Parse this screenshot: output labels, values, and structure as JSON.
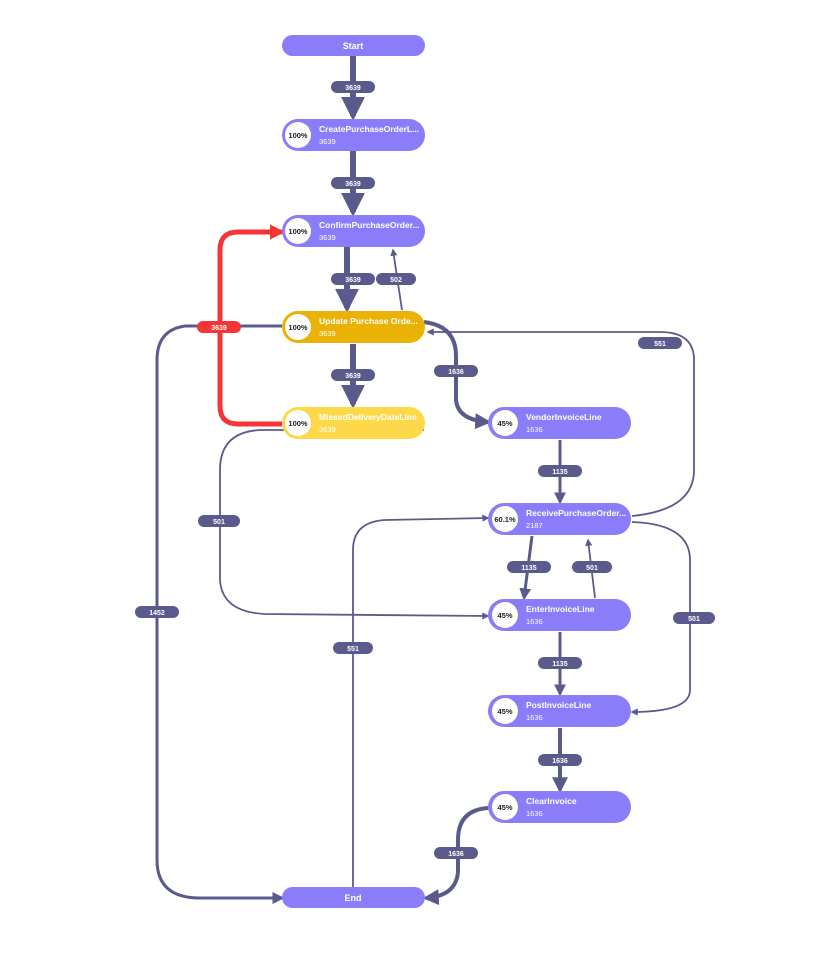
{
  "colors": {
    "node": "#8b7cf9",
    "node_highlight": "#ebb206",
    "node_yellow": "#fdd94a",
    "edge": "#5a5b8c",
    "edge_hot": "#f53535",
    "badge_bg": "#ffffff"
  },
  "nodes": {
    "start": {
      "label": "Start"
    },
    "end": {
      "label": "End"
    },
    "create_po": {
      "title": "CreatePurchaseOrderL...",
      "count": "3639",
      "percent": "100%"
    },
    "confirm_po": {
      "title": "ConfirmPurchaseOrder...",
      "count": "3639",
      "percent": "100%"
    },
    "update_po": {
      "title": "Update Purchase Orde...",
      "count": "3639",
      "percent": "100%"
    },
    "missed_delivery": {
      "title": "MissedDeliveryDateLine",
      "count": "3639",
      "percent": "100%"
    },
    "vendor_invoice": {
      "title": "VendorInvoiceLine",
      "count": "1636",
      "percent": "45%"
    },
    "receive_po": {
      "title": "ReceivePurchaseOrder...",
      "count": "2187",
      "percent": "60.1%"
    },
    "enter_invoice": {
      "title": "EnterInvoiceLine",
      "count": "1636",
      "percent": "45%"
    },
    "post_invoice": {
      "title": "PostInvoiceLine",
      "count": "1636",
      "percent": "45%"
    },
    "clear_invoice": {
      "title": "ClearInvoice",
      "count": "1636",
      "percent": "45%"
    }
  },
  "edge_labels": {
    "start_create": "3639",
    "create_confirm": "3639",
    "confirm_update": "3639",
    "update_confirm": "502",
    "update_missed": "3639",
    "missed_confirm": "3639",
    "update_vendor": "1636",
    "receive_update": "551",
    "vendor_receive": "1135",
    "missed_enter": "501",
    "update_end": "1452",
    "end_receive": "551",
    "receive_enter": "1135",
    "enter_receive": "501",
    "receive_post": "501",
    "enter_post": "1135",
    "post_clear": "1636",
    "clear_end": "1636"
  }
}
